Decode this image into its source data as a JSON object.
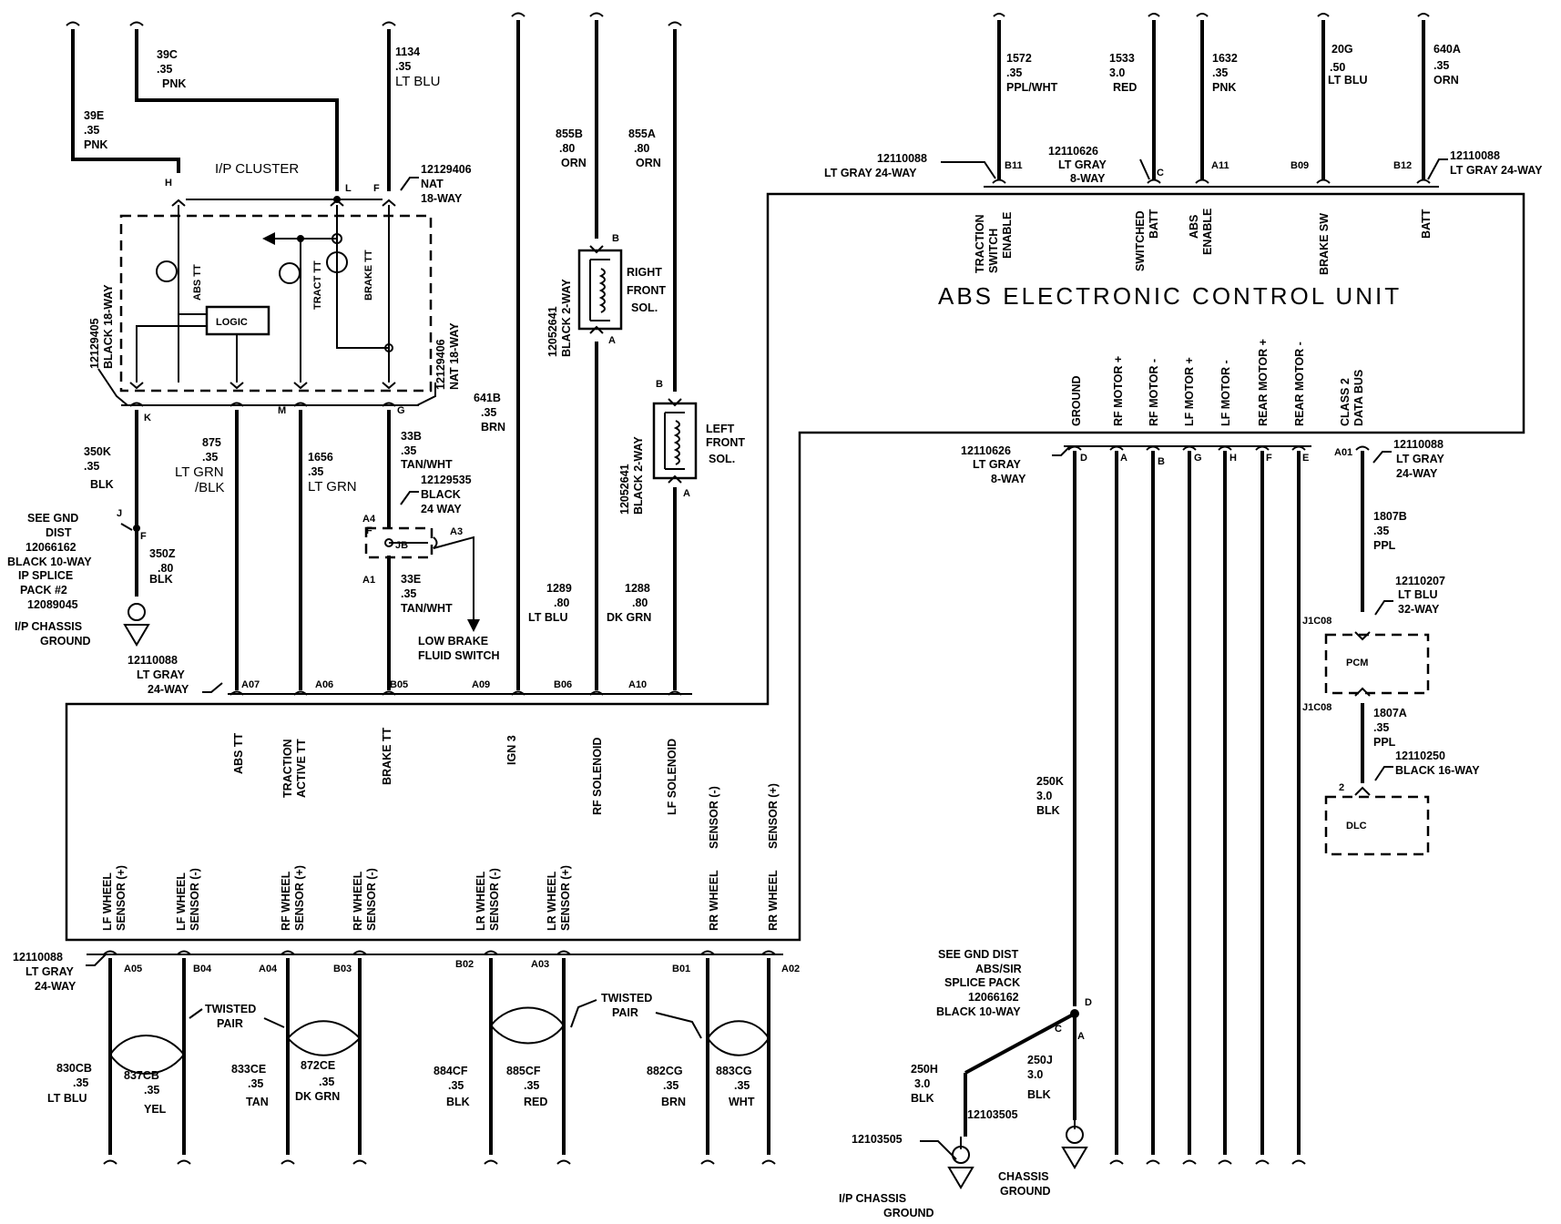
{
  "ecu": {
    "title": "ABS ELECTRONIC CONTROL UNIT",
    "top_pins": [
      {
        "label": [
          "TRACTION",
          "SWITCH",
          "ENABLE"
        ],
        "terminal": "B11"
      },
      {
        "label": [
          "SWITCHED",
          "BATT"
        ],
        "terminal": "C"
      },
      {
        "label": [
          "ABS",
          "ENABLE"
        ],
        "terminal": "A11"
      },
      {
        "label": [
          "BRAKE SW"
        ],
        "terminal": "B09"
      },
      {
        "label": [
          "BATT"
        ],
        "terminal": "B12"
      }
    ],
    "right_pins": [
      {
        "label": [
          "GROUND"
        ],
        "terminal": "D"
      },
      {
        "label": [
          "RF MOTOR +"
        ],
        "terminal": "A"
      },
      {
        "label": [
          "RF MOTOR -"
        ],
        "terminal": "B"
      },
      {
        "label": [
          "LF MOTOR +"
        ],
        "terminal": "G"
      },
      {
        "label": [
          "LF MOTOR -"
        ],
        "terminal": "H"
      },
      {
        "label": [
          "REAR MOTOR +"
        ],
        "terminal": "F"
      },
      {
        "label": [
          "REAR MOTOR -"
        ],
        "terminal": "E"
      },
      {
        "label": [
          "CLASS 2",
          "DATA BUS"
        ],
        "terminal": "A01"
      }
    ],
    "left_top_pins": [
      {
        "label": [
          "ABS TT"
        ],
        "terminal": "A07"
      },
      {
        "label": [
          "TRACTION",
          "ACTIVE TT"
        ],
        "terminal": "A06"
      },
      {
        "label": [
          "BRAKE TT"
        ],
        "terminal": "B05"
      },
      {
        "label": [
          "IGN 3"
        ],
        "terminal": "A09"
      },
      {
        "label": [
          "RF SOLENOID"
        ],
        "terminal": "B06"
      },
      {
        "label": [
          "LF SOLENOID"
        ],
        "terminal": "A10"
      }
    ],
    "left_bottom_pins": [
      {
        "label": [
          "LF WHEEL",
          "SENSOR (+)"
        ],
        "terminal": "A05"
      },
      {
        "label": [
          "LF WHEEL",
          "SENSOR (-)"
        ],
        "terminal": "B04"
      },
      {
        "label": [
          "RF WHEEL",
          "SENSOR (+)"
        ],
        "terminal": "A04"
      },
      {
        "label": [
          "RF WHEEL",
          "SENSOR (-)"
        ],
        "terminal": "B03"
      },
      {
        "label": [
          "LR WHEEL",
          "SENSOR (-)"
        ],
        "terminal": "B02"
      },
      {
        "label": [
          "LR WHEEL",
          "SENSOR (+)"
        ],
        "terminal": "A03"
      },
      {
        "label": [
          "RR WHEEL",
          "SENSOR (-)"
        ],
        "terminal": "B01"
      },
      {
        "label": [
          "RR WHEEL",
          "SENSOR (+)"
        ],
        "terminal": "A02"
      }
    ]
  },
  "connectors": {
    "top_left": [
      "12110088",
      "LT GRAY 24-WAY"
    ],
    "top_mid": [
      "12110626",
      "LT GRAY",
      "8-WAY"
    ],
    "top_right": [
      "12110088",
      "LT GRAY 24-WAY"
    ],
    "right_8way": [
      "12110626",
      "LT GRAY",
      "8-WAY"
    ],
    "right_24way": [
      "12110088",
      "LT GRAY",
      "24-WAY"
    ],
    "left_top": [
      "12110088",
      "LT GRAY",
      "24-WAY"
    ],
    "left_bottom": [
      "12110088",
      "LT GRAY",
      "24-WAY"
    ],
    "cluster_18way": [
      "12129406",
      "NAT",
      "18-WAY"
    ],
    "cluster_left": [
      "12129405",
      "BLACK 18-WAY"
    ],
    "cluster_right": [
      "12129406",
      "NAT 18-WAY"
    ],
    "jb": [
      "12129535",
      "BLACK",
      "24 WAY"
    ],
    "rf_sol": [
      "12052641",
      "BLACK 2-WAY"
    ],
    "lf_sol": [
      "12052641",
      "BLACK 2-WAY"
    ],
    "pcm": [
      "12110207",
      "LT BLU",
      "32-WAY"
    ],
    "dlc": [
      "12110250",
      "BLACK 16-WAY"
    ]
  },
  "wires_top": [
    {
      "id": "1572",
      "gauge": ".35",
      "color": "PPL/WHT"
    },
    {
      "id": "1533",
      "gauge": "3.0",
      "color": "RED"
    },
    {
      "id": "1632",
      "gauge": ".35",
      "color": "PNK"
    },
    {
      "id": "20G",
      "gauge": ".50",
      "color": "LT BLU"
    },
    {
      "id": "640A",
      "gauge": ".35",
      "color": "ORN"
    }
  ],
  "wires_cluster": {
    "w39e": [
      "39E",
      ".35",
      "PNK"
    ],
    "w39c": [
      "39C",
      ".35",
      "PNK"
    ],
    "w1134": [
      "1134",
      ".35",
      "LT BLU"
    ],
    "w350k": [
      "350K",
      ".35",
      "BLK"
    ],
    "w350z": [
      "350Z",
      ".80",
      "BLK"
    ],
    "w875": [
      "875",
      ".35",
      "LT GRN",
      "/BLK"
    ],
    "w1656": [
      "1656",
      ".35",
      "LT GRN"
    ],
    "w33b": [
      "33B",
      ".35",
      "TAN/WHT"
    ],
    "w33e": [
      "33E",
      ".35",
      "TAN/WHT"
    ],
    "w641b": [
      "641B",
      ".35",
      "BRN"
    ],
    "w855b": [
      "855B",
      ".80",
      "ORN"
    ],
    "w855a": [
      "855A",
      ".80",
      "ORN"
    ],
    "w1289": [
      "1289",
      ".80",
      "LT BLU"
    ],
    "w1288": [
      "1288",
      ".80",
      "DK GRN"
    ]
  },
  "wires_right": {
    "w1807b": [
      "1807B",
      ".35",
      "PPL"
    ],
    "w1807a": [
      "1807A",
      ".35",
      "PPL"
    ],
    "w250k": [
      "250K",
      "3.0",
      "BLK"
    ],
    "w250h": [
      "250H",
      "3.0",
      "BLK"
    ],
    "w250j": [
      "250J",
      "3.0",
      "BLK"
    ]
  },
  "wires_sensors": [
    [
      "830CB",
      ".35",
      "LT BLU"
    ],
    [
      "837CB",
      ".35",
      "YEL"
    ],
    [
      "833CE",
      ".35",
      "TAN"
    ],
    [
      "872CE",
      ".35",
      "DK GRN"
    ],
    [
      "884CF",
      ".35",
      "BLK"
    ],
    [
      "885CF",
      ".35",
      "RED"
    ],
    [
      "882CG",
      ".35",
      "BRN"
    ],
    [
      "883CG",
      ".35",
      "WHT"
    ]
  ],
  "labels": {
    "ip_cluster": "I/P CLUSTER",
    "logic": "LOGIC",
    "abs_tt": "ABS TT",
    "tract_tt": "TRACT TT",
    "brake_tt": "BRAKE TT",
    "jb": "JB",
    "pcm": "PCM",
    "dlc": "DLC",
    "rf_sol": [
      "RIGHT",
      "FRONT",
      "SOL."
    ],
    "lf_sol": [
      "LEFT",
      "FRONT",
      "SOL."
    ],
    "low_brake": [
      "LOW BRAKE",
      "FLUID SWITCH"
    ],
    "gnd_dist_left": [
      "SEE GND",
      "DIST",
      "12066162",
      "BLACK 10-WAY",
      "IP SPLICE",
      "PACK #2",
      "12089045"
    ],
    "ip_chassis_ground_left": [
      "I/P CHASSIS",
      "GROUND"
    ],
    "gnd_dist_right": [
      "SEE GND DIST",
      "ABS/SIR",
      "SPLICE   PACK",
      "12066162",
      "BLACK   10-WAY"
    ],
    "ip_chassis_ground_right": [
      "I/P CHASSIS",
      "GROUND"
    ],
    "chassis_ground": [
      "CHASSIS",
      "GROUND"
    ],
    "part_12103505": "12103505",
    "twisted_pair": [
      "TWISTED",
      "PAIR"
    ],
    "pin_h": "H",
    "pin_l": "L",
    "pin_f": "F",
    "pin_k": "K",
    "pin_m": "M",
    "pin_g": "G",
    "pin_j": "J",
    "pin_f2": "F",
    "pin_d": "D",
    "pin_c": "C",
    "pin_a4": "A4",
    "pin_a1": "A1",
    "pin_a3": "A3",
    "pin_b": "B",
    "pin_a": "A",
    "pin_2": "2",
    "j1c08_top": "J1C08",
    "j1c08_bottom": "J1C08",
    "splice_d": "D",
    "splice_c": "C",
    "splice_a": "A"
  }
}
